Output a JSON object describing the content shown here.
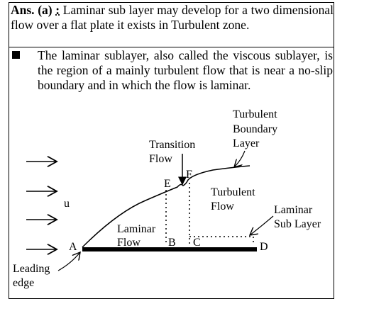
{
  "answer": {
    "prefix": "Ans. (a)",
    "colon": ":",
    "text": "Laminar sub layer may develop for a two dimensional flow over a flat plate it exists in Turbulent zone."
  },
  "bullet": {
    "text": "The laminar sublayer, also called the viscous sublayer, is the region of a mainly turbulent flow that is near a no-slip boundary and in which the flow is laminar."
  },
  "diagram": {
    "labels": {
      "turbulent_boundary_1": "Turbulent",
      "turbulent_boundary_2": "Boundary",
      "turbulent_boundary_3": "Layer",
      "transition_1": "Transition",
      "transition_2": "Flow",
      "point_e": "E",
      "point_f": "F",
      "u": "u",
      "turbulent_flow_1": "Turbulent",
      "turbulent_flow_2": "Flow",
      "laminar_sub_1": "Laminar",
      "laminar_sub_2": "Sub Layer",
      "laminar_flow_1": "Laminar",
      "laminar_flow_2": "Flow",
      "point_a": "A",
      "point_b": "B",
      "point_c": "C",
      "point_d": "D",
      "leading_1": "Leading",
      "leading_2": "edge"
    }
  }
}
